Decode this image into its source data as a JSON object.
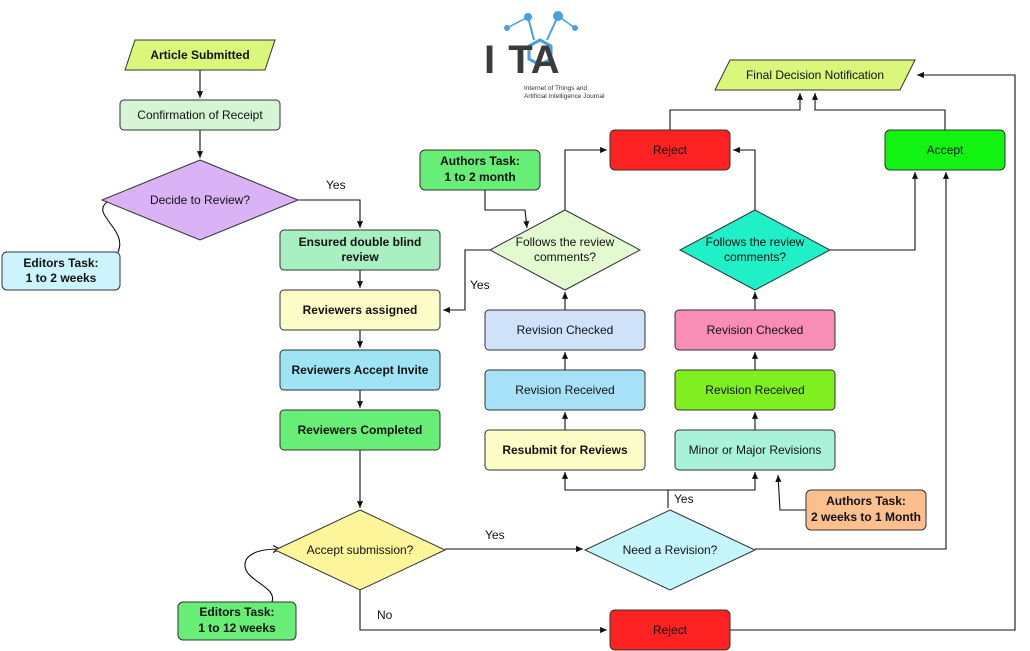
{
  "logo": {
    "letters": "I  TA",
    "line1": "Internet of Things and",
    "line2": "Artificial Intelligence Journal"
  },
  "nodes": {
    "article_submitted": "Article Submitted",
    "confirmation": "Confirmation of Receipt",
    "decide_review": "Decide to Review?",
    "editors_task_1": [
      "Editors Task:",
      "1 to 2 weeks"
    ],
    "double_blind": [
      "Ensured double blind",
      "review"
    ],
    "reviewers_assigned": "Reviewers assigned",
    "reviewers_accept": "Reviewers Accept Invite",
    "reviewers_completed": "Reviewers Completed",
    "accept_submission": "Accept submission?",
    "editors_task_2": [
      "Editors Task:",
      "1 to 12 weeks"
    ],
    "need_revision": "Need a Revision?",
    "reject_bottom": "Reject",
    "resubmit": "Resubmit for Reviews",
    "revision_received_left": "Revision Received",
    "revision_checked_left": "Revision Checked",
    "follows_left": [
      "Follows the review",
      "comments?"
    ],
    "authors_task_1": [
      "Authors Task:",
      "1 to 2 month"
    ],
    "reject_top": "Reject",
    "minor_major": "Minor or  Major Revisions",
    "revision_received_right": "Revision Received",
    "revision_checked_right": "Revision Checked",
    "follows_right": [
      "Follows the review",
      "comments?"
    ],
    "authors_task_2": [
      "Authors Task:",
      "2 weeks to 1 Month"
    ],
    "accept": "Accept",
    "final_decision": "Final Decision Notification"
  },
  "edge_labels": {
    "yes_decide": "Yes",
    "yes_follows": "Yes",
    "yes_accept": "Yes",
    "yes_revision": "Yes",
    "no_accept": "No"
  },
  "colors": {
    "light_green": "#d5f5d5",
    "lime": "#d9f77a",
    "purple": "#d9b3f5",
    "cyan_light": "#ccf4ff",
    "mint": "#a8f0c0",
    "cream": "#fdfdc8",
    "sky": "#9ee4f5",
    "green_bright": "#66ee77",
    "yellow": "#fdf59a",
    "cyan_diamond": "#c4f6fb",
    "red": "#ff2222",
    "blue_light": "#cfe2fa",
    "blue_received": "#a7e1f7",
    "pale_green": "#e3f9cf",
    "teal": "#1ff0c8",
    "pink": "#f88eb6",
    "lime_received": "#7fef1f",
    "aqua_minor": "#a8f2da",
    "orange": "#fdbf8e",
    "accept_green": "#11f411"
  }
}
